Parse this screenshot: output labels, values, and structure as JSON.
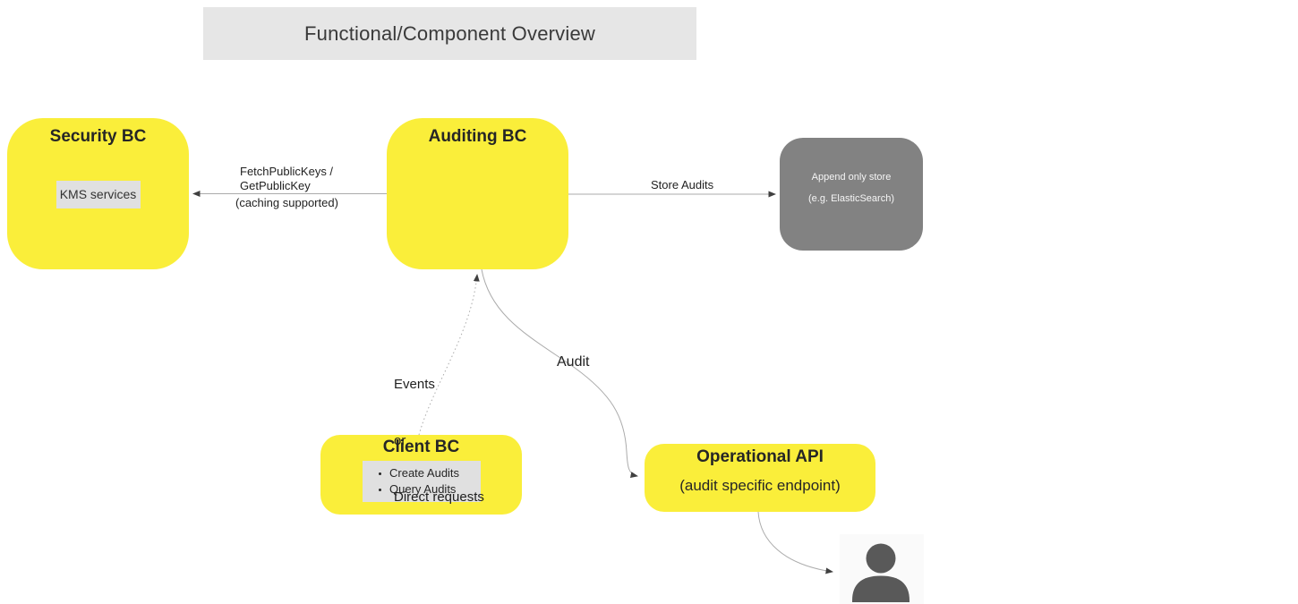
{
  "page_title": "Functional/Component Overview",
  "colors": {
    "node_yellow": "#FAEE3A",
    "node_gray": "#828282",
    "panel_gray": "#E6E6E6",
    "inner_label_gray": "#E0E0E0",
    "edge_gray": "#ABABAB",
    "arrow_dark": "#404040",
    "person_gray": "#595959"
  },
  "nodes": {
    "security_bc": {
      "title": "Security BC",
      "service_label": "KMS services"
    },
    "auditing_bc": {
      "title": "Auditing BC"
    },
    "append_store": {
      "line1": "Append only store",
      "line2": "(e.g. ElasticSearch)"
    },
    "client_bc": {
      "title": "Client BC",
      "capabilities": [
        "Create Audits",
        "Query Audits"
      ]
    },
    "operational_api": {
      "title": "Operational API",
      "subtitle": "(audit specific endpoint)"
    },
    "user": {
      "icon": "person-icon"
    }
  },
  "edges": {
    "fetch_public_keys": {
      "line1": "FetchPublicKeys /",
      "line2": "GetPublicKey",
      "line3": "(caching supported)"
    },
    "store_audits": {
      "label": "Store Audits"
    },
    "client_to_auditing": {
      "line1": "Events",
      "line2": "or",
      "line3": "Direct requests"
    },
    "audit": {
      "label": "Audit"
    }
  }
}
